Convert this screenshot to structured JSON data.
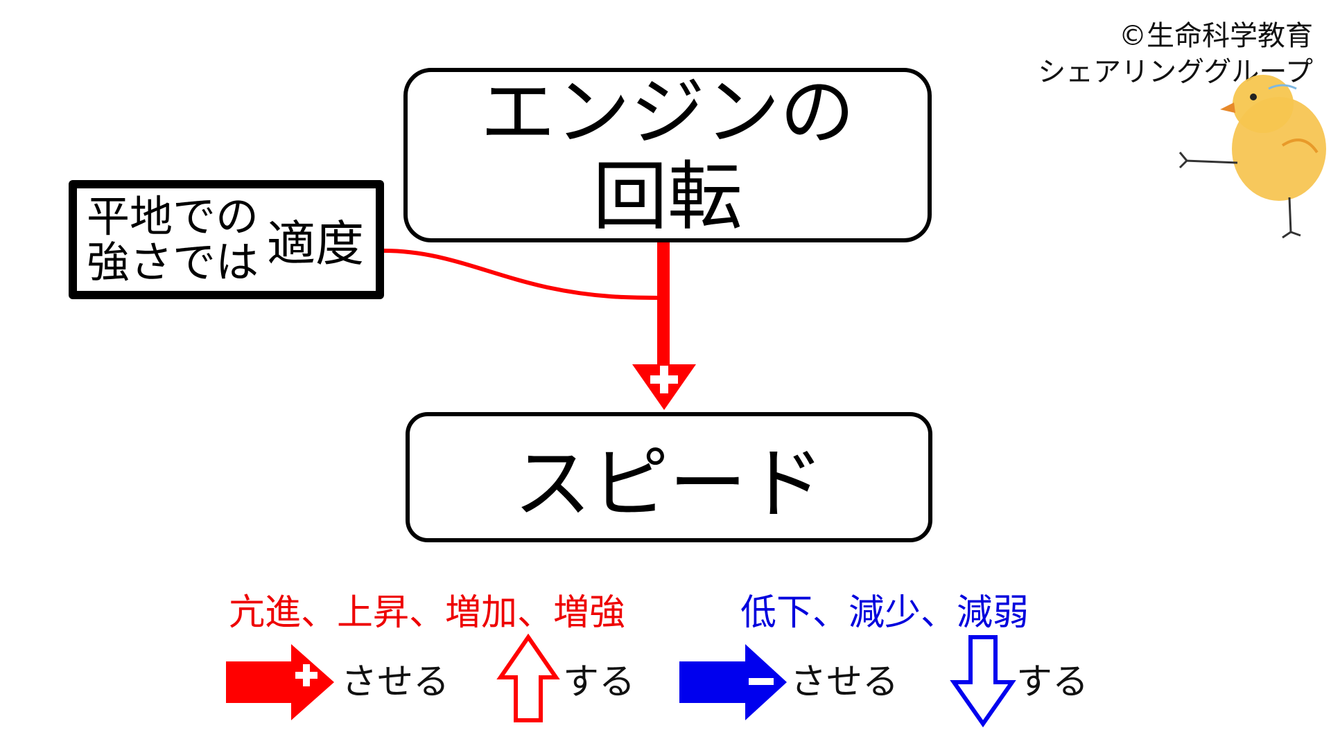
{
  "credit": {
    "line1": "©生命科学教育",
    "line2": "シェアリンググループ"
  },
  "nodes": {
    "engine": {
      "line1": "エンジンの",
      "line2": "回転"
    },
    "speed": "スピード",
    "condition": {
      "line1": "平地での",
      "line2": "強さでは",
      "side": "適度"
    }
  },
  "edges": [
    {
      "from": "engine",
      "to": "speed",
      "sign": "+",
      "color": "#ff0000"
    }
  ],
  "legend": {
    "increase_terms": "亢進、上昇、増加、増強",
    "decrease_terms": "低下、減少、減弱",
    "make_increase": "させる",
    "become_increase": "する",
    "make_decrease": "させる",
    "become_decrease": "する"
  },
  "colors": {
    "positive": "#ff0000",
    "negative": "#0000ee",
    "outline": "#000000"
  },
  "icons": [
    "plus-arrow-icon",
    "up-outline-arrow-icon",
    "minus-arrow-icon",
    "down-outline-arrow-icon",
    "chick-illustration-icon"
  ]
}
